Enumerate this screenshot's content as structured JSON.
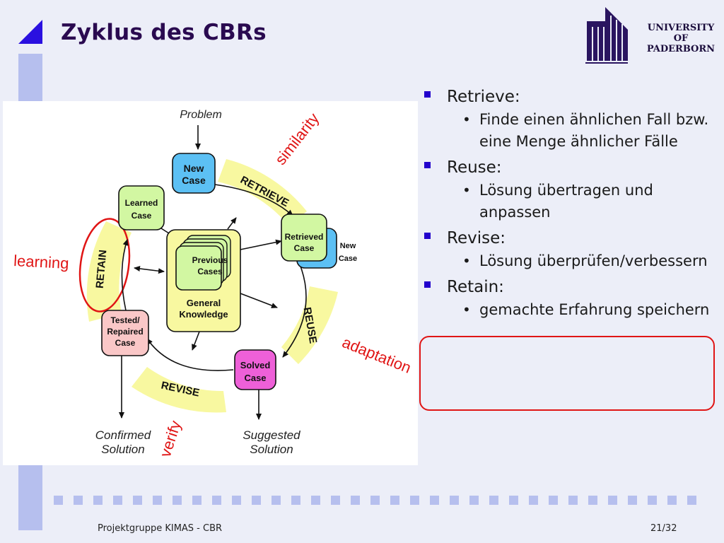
{
  "slide": {
    "title": "Zyklus des CBRs",
    "footer_left": "Projektgruppe KIMAS - CBR",
    "page_number": "21/32"
  },
  "logo": {
    "lines": [
      "UNIVERSITY",
      "OF",
      "PADERBORN"
    ]
  },
  "diagram": {
    "problem": "Problem",
    "new_case": [
      "New",
      "Case"
    ],
    "learned_case": [
      "Learned",
      "Case"
    ],
    "previous_cases": [
      "Previous",
      "Cases"
    ],
    "general_knowledge": [
      "General",
      "Knowledge"
    ],
    "retrieved_case": [
      "Retrieved",
      "Case"
    ],
    "new_case_small": [
      "New",
      "Case"
    ],
    "tested_case": [
      "Tested/",
      "Repaired",
      "Case"
    ],
    "solved_case": [
      "Solved",
      "Case"
    ],
    "confirmed_solution": [
      "Confirmed",
      "Solution"
    ],
    "suggested_solution": [
      "Suggested",
      "Solution"
    ],
    "phases": {
      "retrieve": "RETRIEVE",
      "reuse": "REUSE",
      "revise": "REVISE",
      "retain": "RETAIN"
    },
    "annotations": {
      "similarity": "similarity",
      "learning": "learning",
      "adaptation": "adaptation",
      "verify": "verify"
    }
  },
  "bullets": [
    {
      "heading": "Retrieve:",
      "items": [
        "Finde einen ähnlichen Fall bzw. eine Menge ähnlicher Fälle"
      ]
    },
    {
      "heading": "Reuse:",
      "items": [
        "Lösung übertragen und anpassen"
      ]
    },
    {
      "heading": "Revise:",
      "items": [
        "Lösung überprüfen/verbessern"
      ]
    },
    {
      "heading": "Retain:",
      "items": [
        "gemachte Erfahrung speichern"
      ]
    }
  ],
  "colors": {
    "background": "#eceef8",
    "accent_blue": "#2200cc",
    "title": "#2a0a50",
    "highlight_red": "#e01515",
    "phase_band": "#f8f8a0",
    "new_case_fill": "#5cc0f4",
    "green_case_fill": "#d2f7a2",
    "solved_case_fill": "#ee60d8",
    "tested_case_fill": "#fac7c7"
  }
}
